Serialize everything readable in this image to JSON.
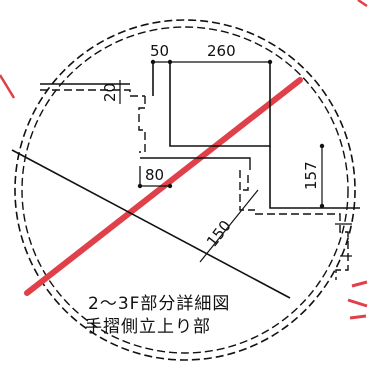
{
  "drawing": {
    "caption_line_1": "2～3F部分詳細図",
    "caption_line_2": "手摺側立上り部",
    "dimensions": {
      "top_left": "50",
      "top_right": "260",
      "vertical_small": "20",
      "inner_width": "80",
      "right_height": "157",
      "diagonal": "150"
    },
    "colors": {
      "line": "#111111",
      "markup": "#e0404a"
    }
  }
}
